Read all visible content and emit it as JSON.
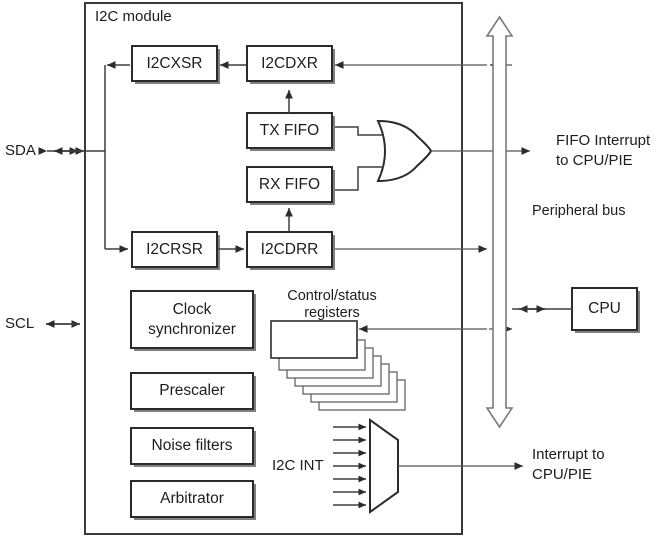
{
  "diagram": {
    "title": "I2C module",
    "module_label": "I2C module",
    "blocks": {
      "i2cxsr": "I2CXSR",
      "i2cdxr": "I2CDXR",
      "tx_fifo": "TX FIFO",
      "rx_fifo": "RX FIFO",
      "i2crsr": "I2CRSR",
      "i2cdrr": "I2CDRR",
      "clock_sync_line1": "Clock",
      "clock_sync_line2": "synchronizer",
      "prescaler": "Prescaler",
      "noise_filters": "Noise filters",
      "arbitrator": "Arbitrator",
      "cpu": "CPU"
    },
    "labels": {
      "sda": "SDA",
      "scl": "SCL",
      "fifo_interrupt_line1": "FIFO Interrupt",
      "fifo_interrupt_line2": "to CPU/PIE",
      "peripheral_bus": "Peripheral bus",
      "control_status_line1": "Control/status",
      "control_status_line2": "registers",
      "i2c_int": "I2C INT",
      "interrupt_line1": "Interrupt to",
      "interrupt_line2": "CPU/PIE"
    },
    "counts": {
      "control_status_registers": 7,
      "mux_inputs": 7
    },
    "colors": {
      "background": "#ffffff",
      "block_stroke": "#2b2b2b",
      "wire": "#3f3f3f",
      "bus_stroke": "#7a7a7a",
      "text": "#1d1d1d",
      "shadow": "#808080"
    }
  }
}
